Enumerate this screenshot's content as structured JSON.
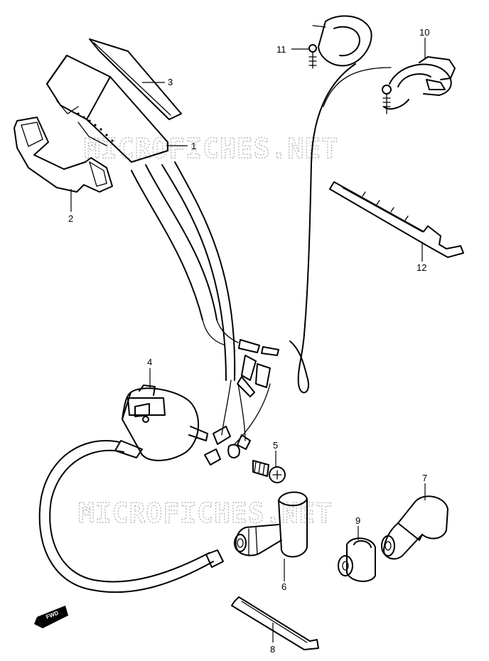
{
  "watermark": "MICROFICHES.NET",
  "fwd_label": "FWD",
  "callouts": [
    "1",
    "2",
    "3",
    "4",
    "5",
    "6",
    "7",
    "8",
    "9",
    "10",
    "11",
    "12"
  ]
}
